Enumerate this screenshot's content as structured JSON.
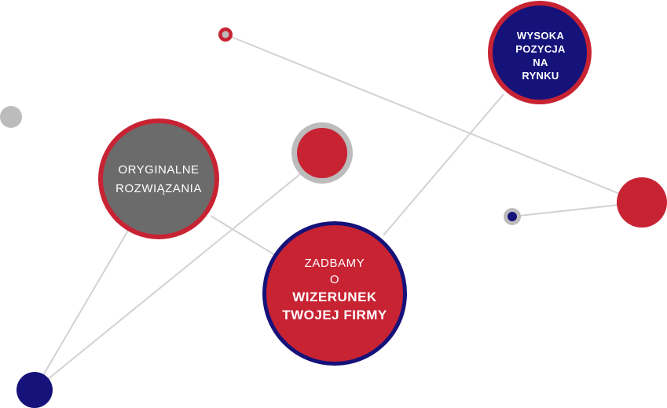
{
  "colors": {
    "red": "#c82333",
    "navy": "#15127a",
    "dark_gray": "#6b6b6b",
    "light_gray": "#bcbcbc",
    "line": "#d2d2d2",
    "text": "#ffffff"
  },
  "nodes": {
    "market": {
      "line1": "WYSOKA",
      "line2": "POZYCJA",
      "line3": "NA",
      "line4": "RYNKU"
    },
    "original": {
      "line1": "ORYGINALNE",
      "line2": "ROZWIĄZANIA"
    },
    "image": {
      "line1": "ZADBAMY",
      "line2": "O",
      "line3": "WIZERUNEK",
      "line4": "TWOJEJ FIRMY"
    }
  }
}
